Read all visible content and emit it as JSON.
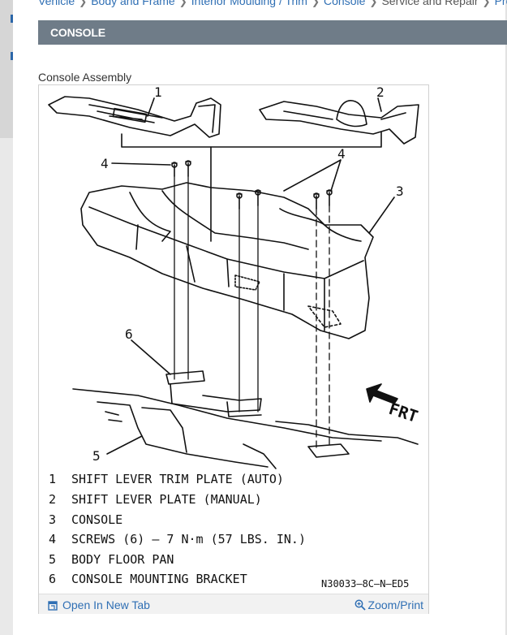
{
  "breadcrumb": {
    "items": [
      "Vehicle",
      "Body and Frame",
      "Interior Moulding / Trim",
      "Console"
    ],
    "current": "Service and Repair",
    "trailing": "Pro"
  },
  "section": {
    "title": "CONSOLE"
  },
  "figure": {
    "title": "Console Assembly",
    "callouts": [
      "1",
      "2",
      "3",
      "4",
      "4",
      "5",
      "6"
    ],
    "direction_label": "FRT",
    "legend": [
      {
        "num": "1",
        "text": "SHIFT LEVER TRIM PLATE (AUTO)"
      },
      {
        "num": "2",
        "text": "SHIFT LEVER PLATE (MANUAL)"
      },
      {
        "num": "3",
        "text": "CONSOLE"
      },
      {
        "num": "4",
        "text": "SCREWS (6) – 7 N·m (57 LBS. IN.)"
      },
      {
        "num": "5",
        "text": "BODY FLOOR PAN"
      },
      {
        "num": "6",
        "text": "CONSOLE MOUNTING BRACKET"
      }
    ],
    "code": "N30033–8C–N–ED5"
  },
  "actions": {
    "open_new_tab": "Open In New Tab",
    "zoom_print": "Zoom/Print"
  },
  "colors": {
    "link": "#2f6fb4",
    "section_bar": "#6f7c88"
  },
  "icons": [
    "open-new-tab-icon",
    "zoom-icon",
    "breadcrumb-chevron-icon"
  ]
}
